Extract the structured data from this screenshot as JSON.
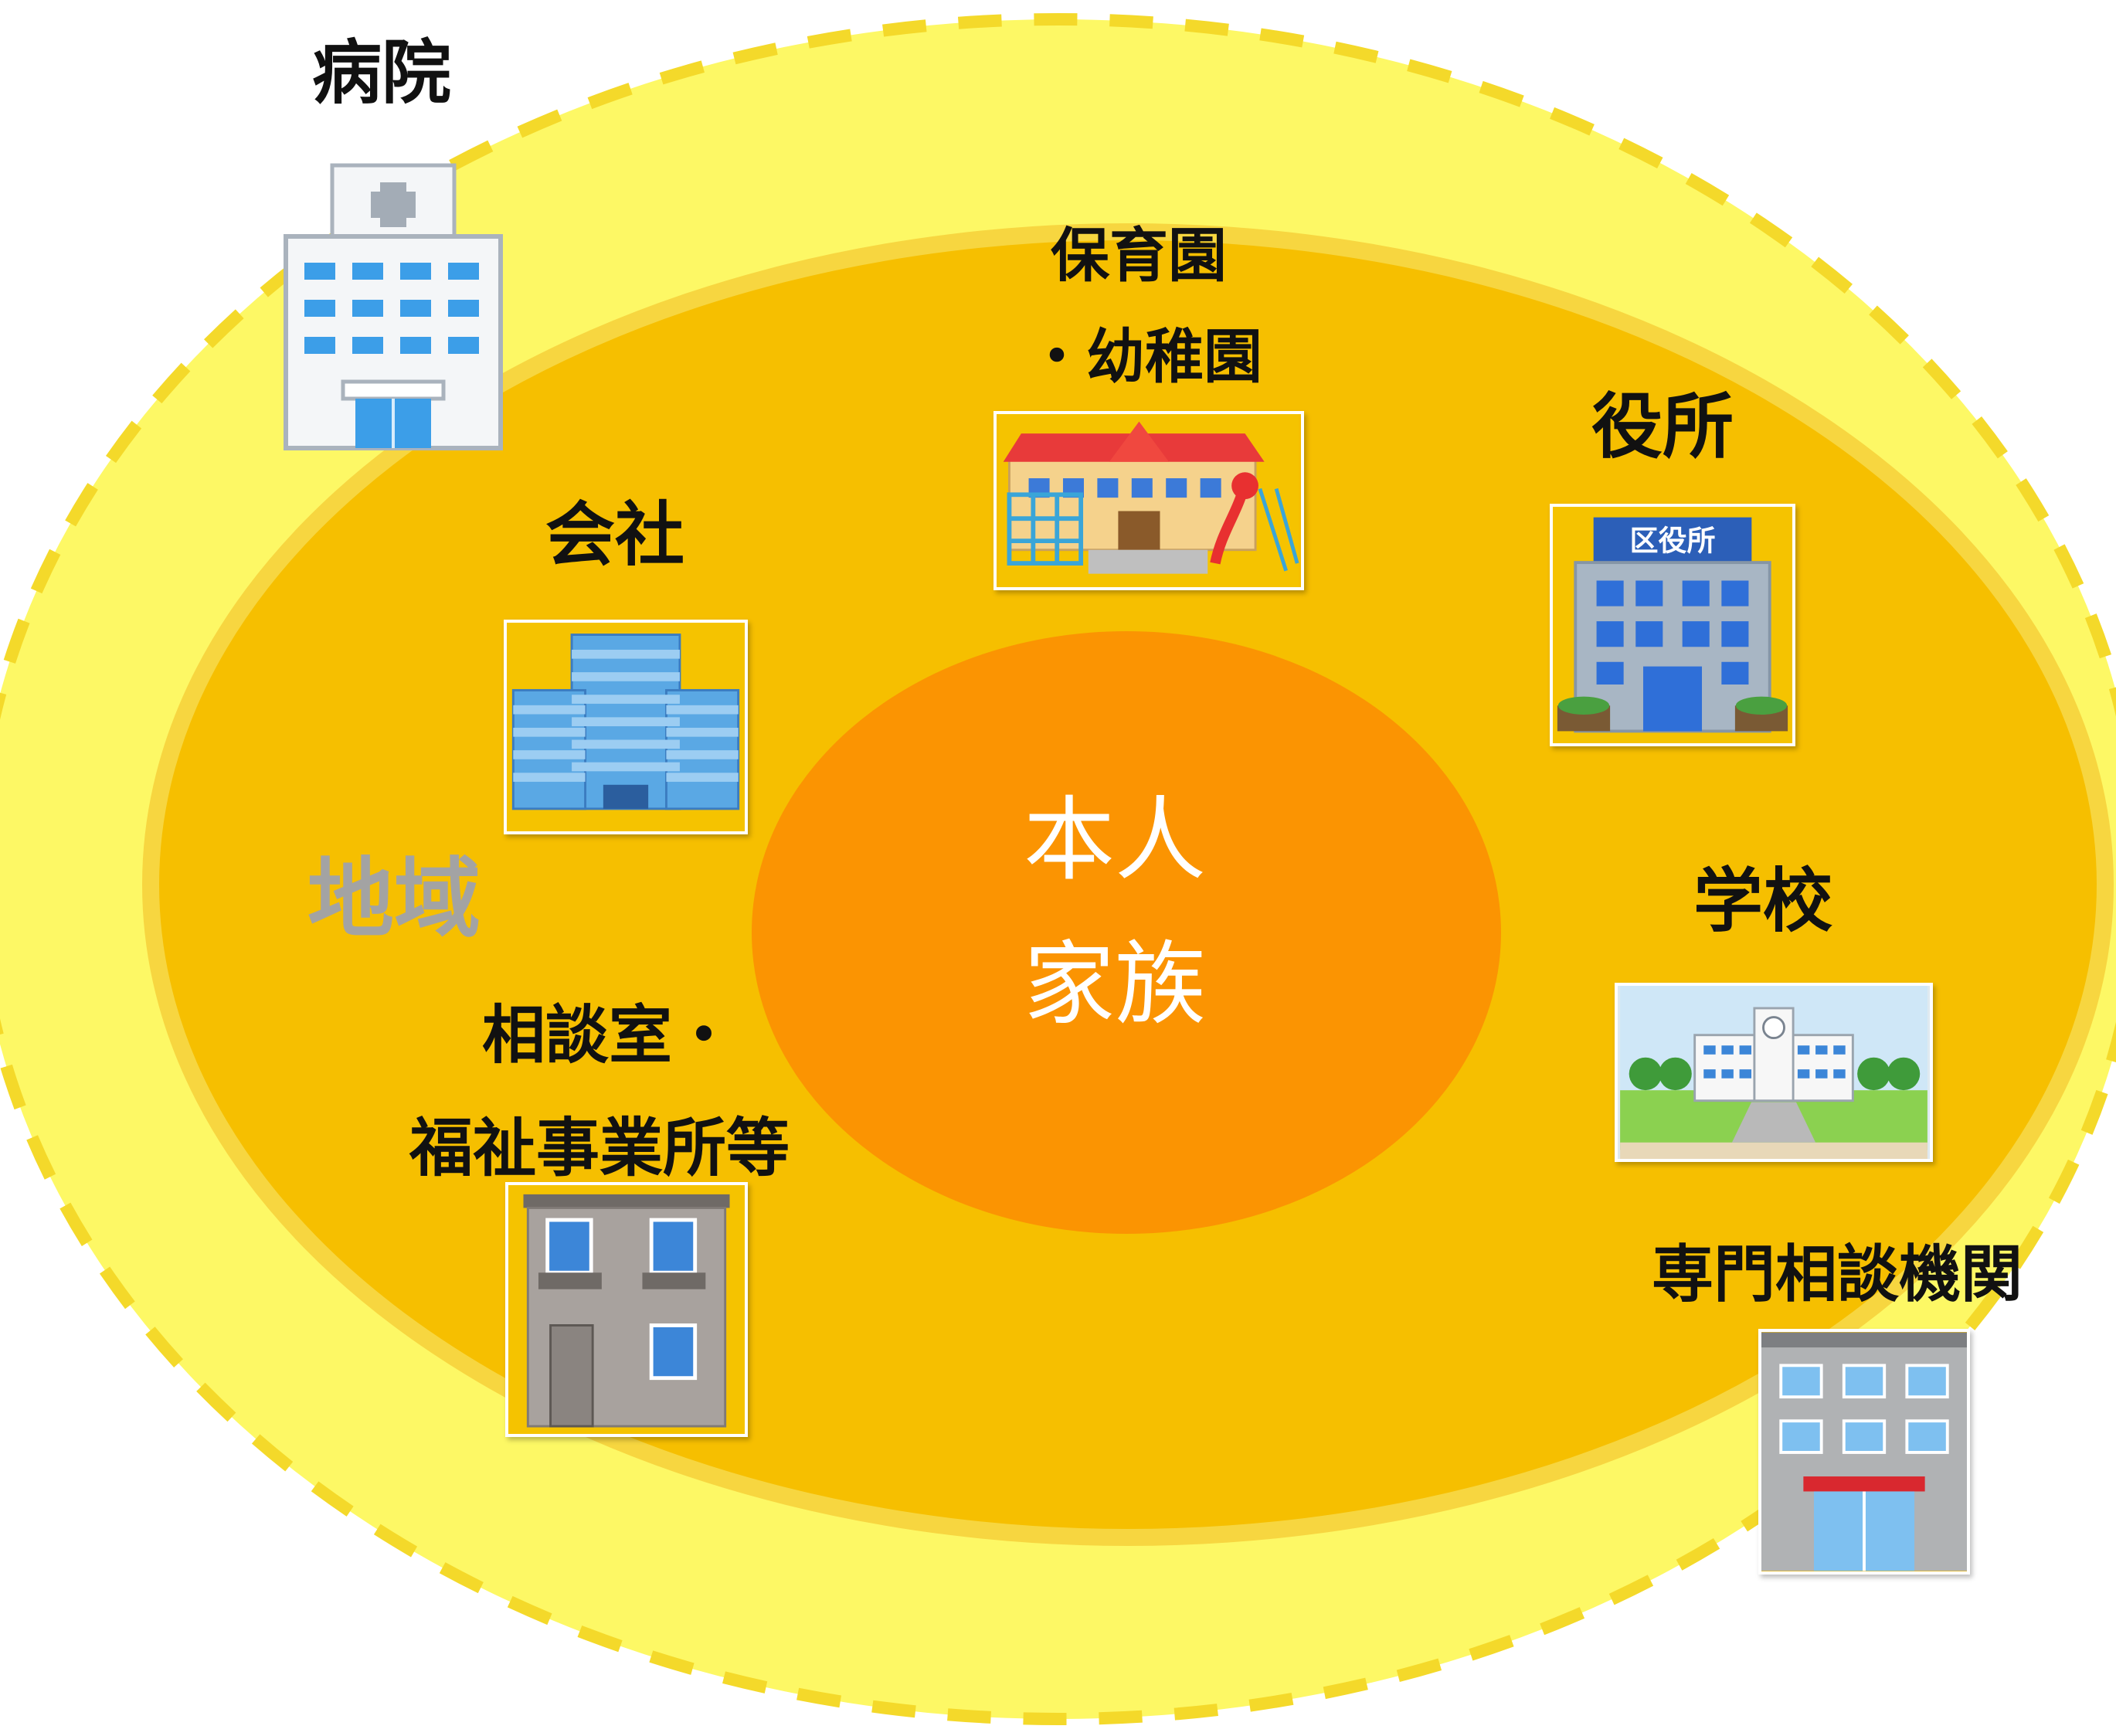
{
  "center": {
    "line1": "本人",
    "line2": "家族"
  },
  "region_label": "地域",
  "labels": {
    "hospital": "病院",
    "nursery_line1": "保育園",
    "nursery_line2": "・幼稚園",
    "city_office": "役所",
    "company": "会社",
    "school": "学校",
    "consult_line1": "相談室・",
    "consult_line2": "福祉事業所等",
    "specialist": "専門相談機関"
  },
  "icon_text": {
    "city_office_sign": "区役所"
  },
  "icons": [
    "hospital-building-icon",
    "kindergarten-icon",
    "city-office-icon",
    "office-building-icon",
    "school-icon",
    "welfare-office-icon",
    "specialist-agency-icon"
  ],
  "colors": {
    "outer_ring": "#fdf865",
    "outer_dash": "#f4d92a",
    "middle_ring": "#f6bf00",
    "inner_ring": "#fb9402",
    "region_text": "#a3a3a3"
  }
}
